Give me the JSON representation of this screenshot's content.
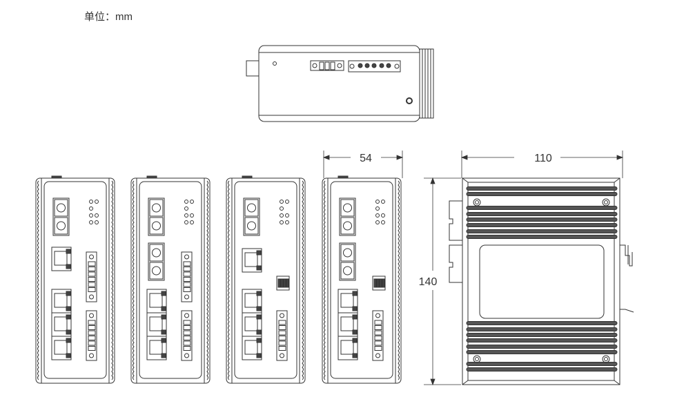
{
  "unit_label": "单位：mm",
  "dimensions": {
    "width_front": "54",
    "depth_side": "110",
    "height": "140"
  },
  "front_views": [
    {
      "name": "model-a",
      "modules": [
        "fiber-pair",
        "rj45-single",
        "rj45-triple",
        "terminal-upper",
        "terminal-lower"
      ]
    },
    {
      "name": "model-b",
      "modules": [
        "fiber-pair",
        "fiber-pair-2",
        "rj45-triple",
        "terminal-upper",
        "terminal-lower"
      ]
    },
    {
      "name": "model-c",
      "modules": [
        "fiber-pair",
        "rj45-single",
        "dip-switch",
        "rj45-triple",
        "terminal-lower"
      ]
    },
    {
      "name": "model-d",
      "modules": [
        "fiber-pair",
        "fiber-pair-2",
        "dip-switch",
        "rj45-triple",
        "terminal-lower"
      ]
    }
  ],
  "colors": {
    "line": "#333333",
    "fill_dark": "#444444",
    "text": "#333333"
  }
}
